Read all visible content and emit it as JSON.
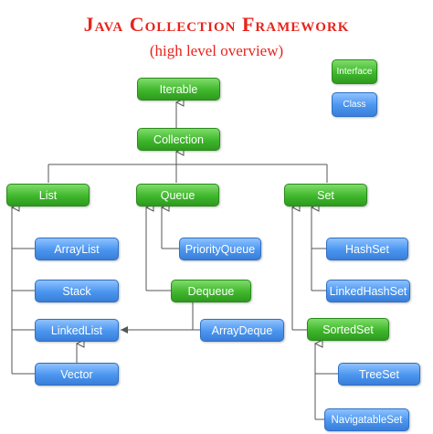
{
  "header": {
    "title": "Java Collection Framework",
    "subtitle": "(high level overview)"
  },
  "legend": {
    "interface_label": "Interface",
    "class_label": "Class"
  },
  "nodes": {
    "iterable": "Iterable",
    "collection": "Collection",
    "list": "List",
    "queue": "Queue",
    "set": "Set",
    "arraylist": "ArrayList",
    "stack": "Stack",
    "linkedlist": "LinkedList",
    "vector": "Vector",
    "priorityqueue": "PriorityQueue",
    "dequeue": "Dequeue",
    "arraydeque": "ArrayDeque",
    "hashset": "HashSet",
    "linkedhashset": "LinkedHashSet",
    "sortedset": "SortedSet",
    "treeset": "TreeSet",
    "navigatableset": "NavigatableSet"
  },
  "colors": {
    "title": "#e8231b",
    "interface": "#4cbf36",
    "class": "#4a95ef",
    "connector": "#555555"
  }
}
